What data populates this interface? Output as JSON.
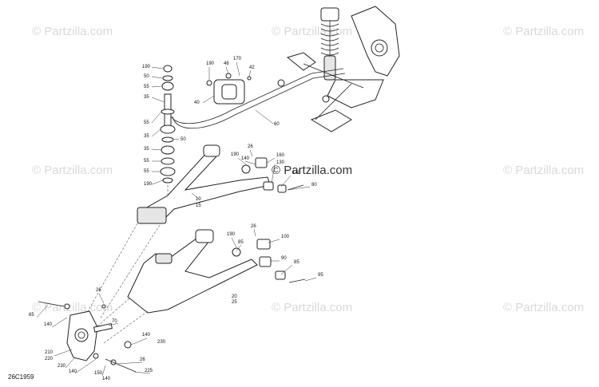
{
  "diagram": {
    "code": "26C1959",
    "watermark_text": "© Partzilla.com",
    "callouts": [
      "190",
      "50",
      "55",
      "35",
      "55",
      "35",
      "50",
      "55",
      "55",
      "35",
      "190",
      "190",
      "46",
      "170",
      "42",
      "40",
      "60",
      "190",
      "26",
      "140",
      "160",
      "130",
      "140",
      "80",
      "10",
      "15",
      "190",
      "26",
      "100",
      "85",
      "90",
      "85",
      "95",
      "20",
      "25",
      "26",
      "65",
      "140",
      "70",
      "140",
      "230",
      "210",
      "220",
      "230",
      "140",
      "26",
      "225",
      "150",
      "140"
    ]
  }
}
